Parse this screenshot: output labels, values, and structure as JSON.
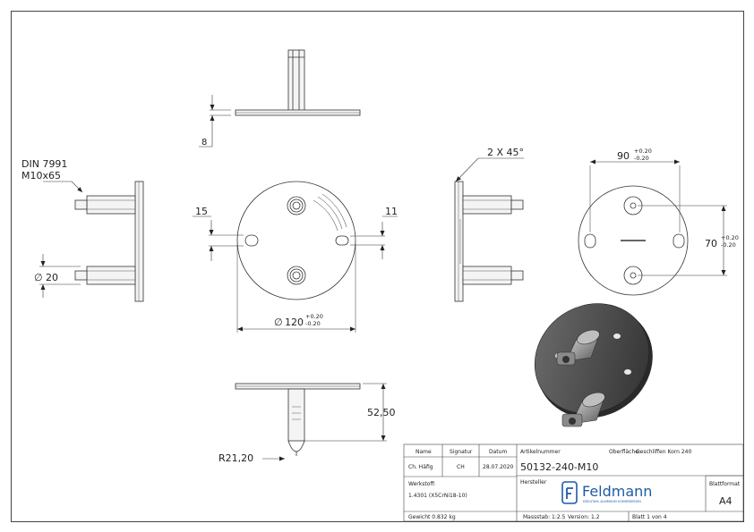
{
  "dims": {
    "plate_thickness": "8",
    "hole_15": "15",
    "hole_11": "11",
    "chamfer": "2 X 45°",
    "diameter_prefix": "∅",
    "dia_120": "120",
    "dia_120_tol_plus": "+0.20",
    "dia_120_tol_minus": "-0.20",
    "pitch_90": "90",
    "pitch_90_tol_plus": "+0.20",
    "pitch_90_tol_minus": "-0.20",
    "pitch_70": "70",
    "pitch_70_tol_plus": "+0.20",
    "pitch_70_tol_minus": "-0.20",
    "height": "52,50",
    "radius": "R21,20",
    "dia_20": "20",
    "thread_std": "DIN 7991",
    "thread_size": "M10x65"
  },
  "title_block": {
    "name_label": "Name",
    "signature_label": "Signatur",
    "date_label": "Datum",
    "checked_label": "Ch. Häfig",
    "signature_value": "CH",
    "date_value": "28.07.2020",
    "article_label": "Artikelnummer",
    "article_number": "50132-240-M10",
    "surface_label": "Oberfläche:",
    "surface_value": "Geschliffen Korn 240",
    "material_label": "Werkstoff:",
    "material_value": "1.4301 (X5CrNi18-10)",
    "manufacturer_label": "Hersteller",
    "company_name": "Feldmann",
    "company_tagline": "EDELSTAHL  ALUMINIUM  SCHMIEDEEISEN",
    "sheet_format_label": "Blattformat",
    "sheet_format_value": "A4",
    "weight": "Gewicht 0.832 kg",
    "scale": "Massstab: 1:2.5",
    "version": "Version: 1.2",
    "sheet": "Blatt 1 von 4"
  }
}
